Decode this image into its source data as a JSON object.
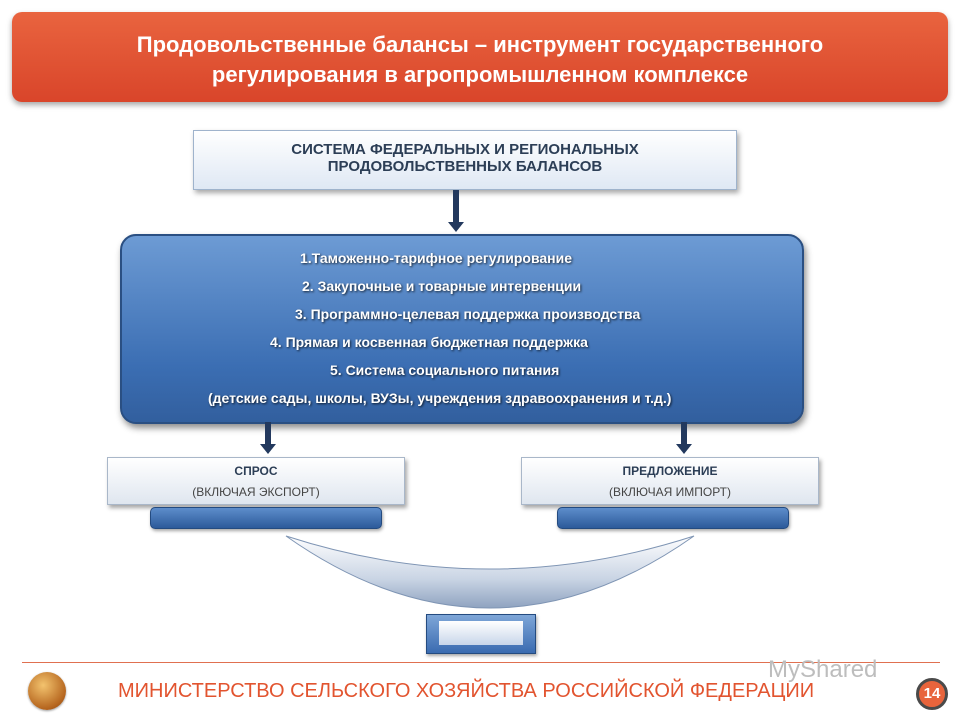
{
  "title": "Продовольственные балансы – инструмент государственного\nрегулирования в агропромышленном комплексе",
  "system": "СИСТЕМА ФЕДЕРАЛЬНЫХ И РЕГИОНАЛЬНЫХ\nПРОДОВОЛЬСТВЕННЫХ БАЛАНСОВ",
  "measures": [
    "1.Таможенно-тарифное регулирование",
    "2. Закупочные и товарные интервенции",
    "3. Программно-целевая поддержка производства",
    "4. Прямая и косвенная бюджетная поддержка",
    "5. Система социального питания",
    "(детские сады, школы, ВУЗы, учреждения здравоохранения  и т.д.)"
  ],
  "demand": {
    "title": "СПРОС",
    "subtitle": "(ВКЛЮЧАЯ ЭКСПОРТ)"
  },
  "supply": {
    "title": "ПРЕДЛОЖЕНИЕ",
    "subtitle": "(ВКЛЮЧАЯ ИМПОРТ)"
  },
  "footer": {
    "ministry": "МИНИСТЕРСТВО СЕЛЬСКОГО ХОЗЯЙСТВА РОССИЙСКОЙ ФЕДЕРАЦИИ",
    "page": "14",
    "watermark": "MyShared"
  },
  "colors": {
    "accent": "#e2542f",
    "blue": "#3b6eb3",
    "dark_blue": "#23395e"
  }
}
